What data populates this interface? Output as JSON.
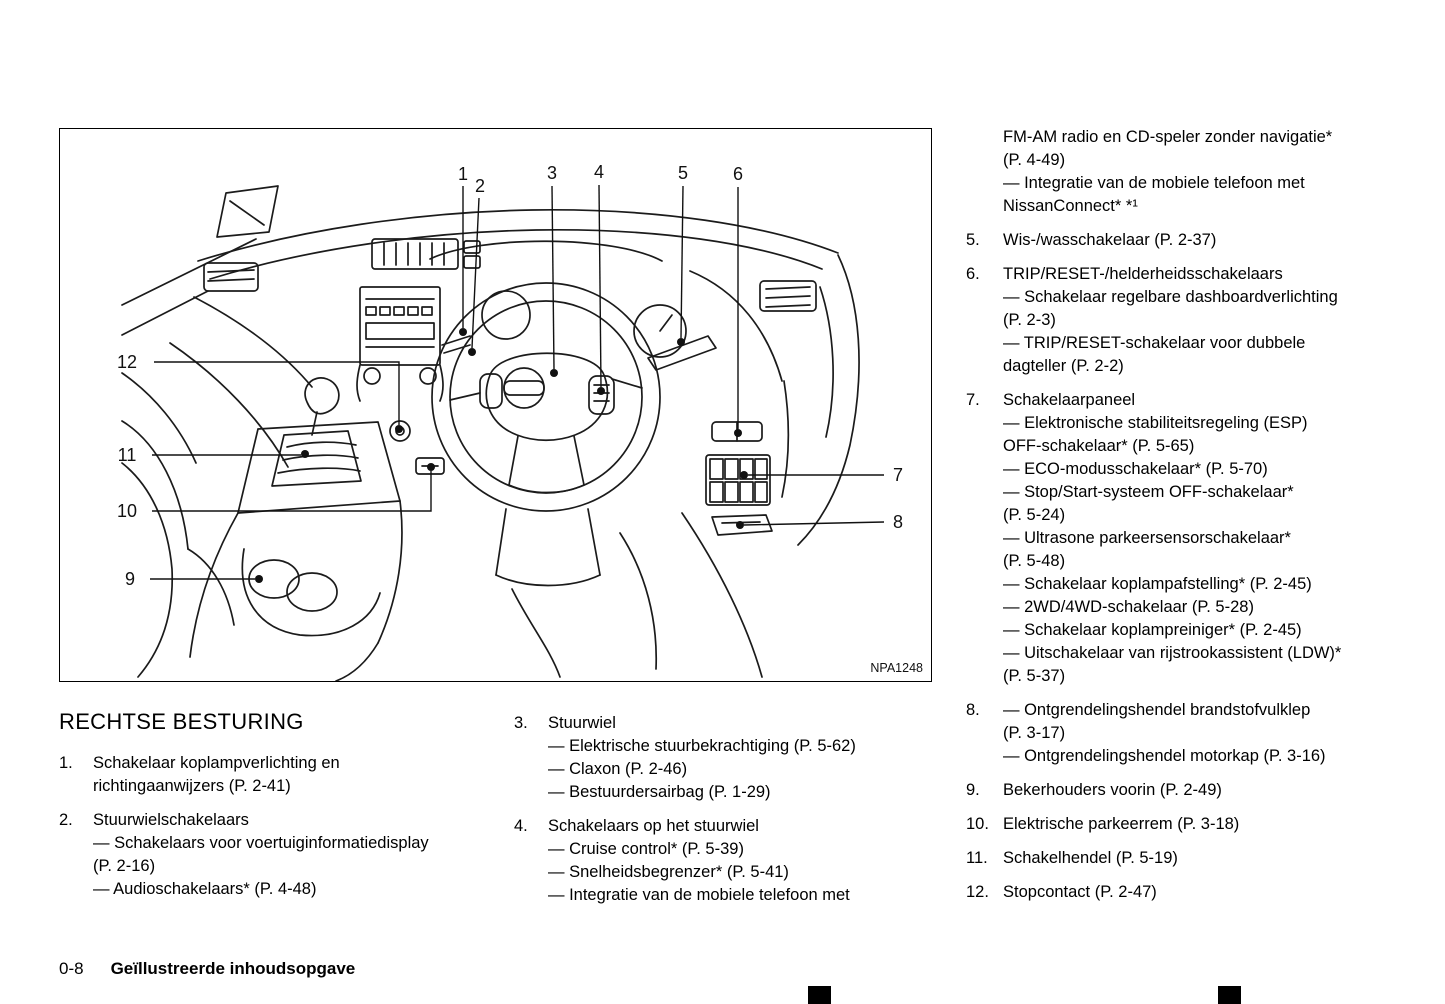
{
  "figure": {
    "image_code": "NPA1248",
    "callouts": [
      {
        "label": "1"
      },
      {
        "label": "2"
      },
      {
        "label": "3"
      },
      {
        "label": "4"
      },
      {
        "label": "5"
      },
      {
        "label": "6"
      },
      {
        "label": "7"
      },
      {
        "label": "8"
      },
      {
        "label": "9"
      },
      {
        "label": "10"
      },
      {
        "label": "11"
      },
      {
        "label": "12"
      }
    ]
  },
  "content": {
    "heading": "RECHTSE BESTURING",
    "left_items": [
      {
        "num": "1.",
        "lines": [
          "Schakelaar koplampverlichting en",
          "richtingaanwijzers (P. 2-41)"
        ]
      },
      {
        "num": "2.",
        "lines": [
          "Stuurwielschakelaars",
          "— Schakelaars voor voertuiginformatiedisplay",
          "(P. 2-16)",
          "— Audioschakelaars* (P. 4-48)"
        ]
      }
    ],
    "middle_items": [
      {
        "num": "3.",
        "lines": [
          "Stuurwiel",
          "— Elektrische stuurbekrachtiging (P. 5-62)",
          "— Claxon (P. 2-46)",
          "— Bestuurdersairbag (P. 1-29)"
        ]
      },
      {
        "num": "4.",
        "lines": [
          "Schakelaars op het stuurwiel",
          "— Cruise control* (P. 5-39)",
          "— Snelheidsbegrenzer* (P. 5-41)",
          "— Integratie van de mobiele telefoon met"
        ]
      }
    ],
    "right_continuation": {
      "lines": [
        "FM-AM radio en CD-speler zonder navigatie*",
        "(P. 4-49)",
        "— Integratie van de mobiele telefoon met",
        "NissanConnect* *¹"
      ]
    },
    "right_items": [
      {
        "num": "5.",
        "lines": [
          "Wis-/wasschakelaar (P. 2-37)"
        ]
      },
      {
        "num": "6.",
        "lines": [
          "TRIP/RESET-/helderheidsschakelaars",
          "— Schakelaar regelbare dashboardverlichting",
          "(P. 2-3)",
          "— TRIP/RESET-schakelaar voor dubbele",
          "dagteller (P. 2-2)"
        ]
      },
      {
        "num": "7.",
        "lines": [
          "Schakelaarpaneel",
          "— Elektronische stabiliteitsregeling (ESP)",
          "OFF-schakelaar* (P. 5-65)",
          "— ECO-modusschakelaar* (P. 5-70)",
          "— Stop/Start-systeem OFF-schakelaar*",
          "(P. 5-24)",
          "— Ultrasone parkeersensorschakelaar*",
          "(P. 5-48)",
          "— Schakelaar koplampafstelling* (P. 2-45)",
          "— 2WD/4WD-schakelaar (P. 5-28)",
          "— Schakelaar koplampreiniger* (P. 2-45)",
          "— Uitschakelaar van rijstrookassistent (LDW)*",
          "(P. 5-37)"
        ]
      },
      {
        "num": "8.",
        "lines": [
          "— Ontgrendelingshendel brandstofvulklep",
          "(P. 3-17)",
          "— Ontgrendelingshendel motorkap (P. 3-16)"
        ]
      },
      {
        "num": "9.",
        "lines": [
          "Bekerhouders voorin (P. 2-49)"
        ]
      },
      {
        "num": "10.",
        "lines": [
          "Elektrische parkeerrem (P. 3-18)"
        ]
      },
      {
        "num": "11.",
        "lines": [
          "Schakelhendel (P. 5-19)"
        ]
      },
      {
        "num": "12.",
        "lines": [
          "Stopcontact (P. 2-47)"
        ]
      }
    ]
  },
  "footer": {
    "page_number": "0-8",
    "section_title": "Geïllustreerde inhoudsopgave"
  }
}
